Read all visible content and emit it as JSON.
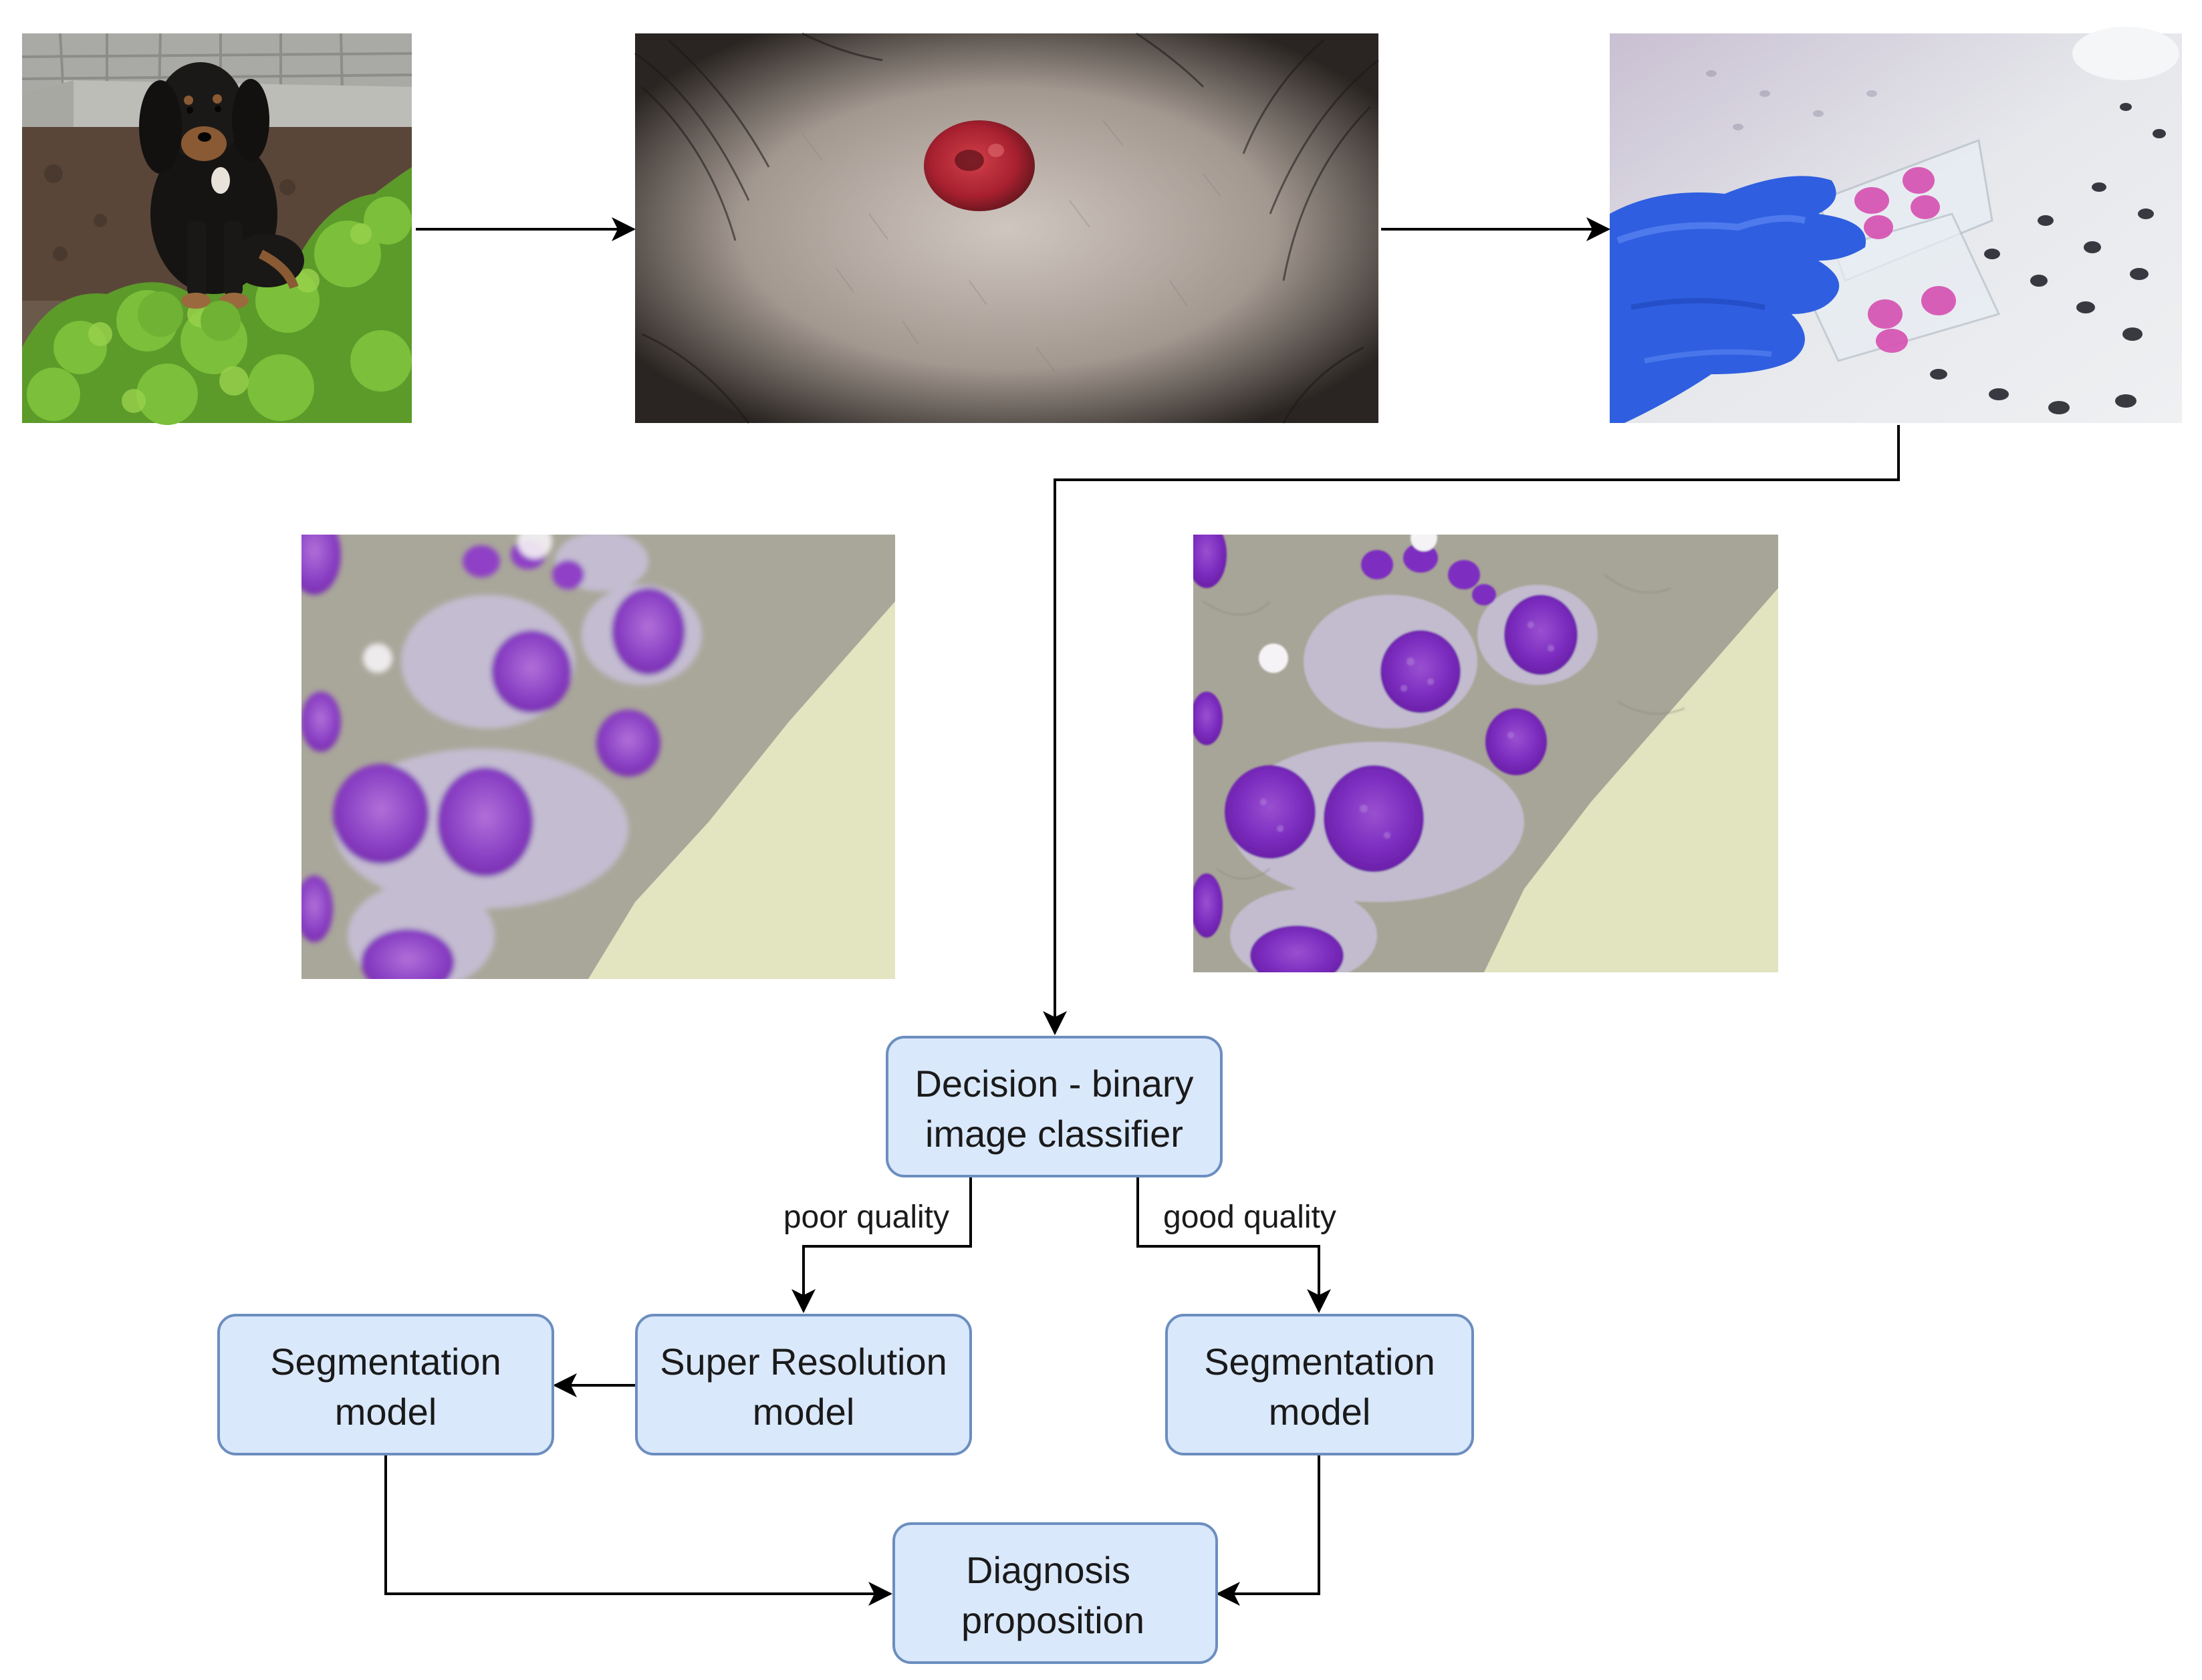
{
  "nodes": {
    "decision": {
      "line1": "Decision - binary",
      "line2": "image classifier"
    },
    "super_resolution": {
      "line1": "Super Resolution",
      "line2": "model"
    },
    "segmentation_left": {
      "line1": "Segmentation",
      "line2": "model"
    },
    "segmentation_right": {
      "line1": "Segmentation",
      "line2": "model"
    },
    "diagnosis": {
      "line1": "Diagnosis",
      "line2": "proposition"
    }
  },
  "edges": {
    "poor_quality": "poor quality",
    "good_quality": "good quality"
  },
  "colors": {
    "node_fill": "#dae8fc",
    "node_stroke": "#6c8ebf",
    "edge": "#000000"
  },
  "images": [
    {
      "name": "dog-photo",
      "content": "black and tan puppy sitting in a garden bed"
    },
    {
      "name": "skin-lesion-photo",
      "content": "red nodular lesion on shaved dog skin"
    },
    {
      "name": "slide-photo",
      "content": "gloved hand holding stained microscope slides"
    },
    {
      "name": "low-quality-cytology",
      "content": "blurry microscopy image of purple stained cells"
    },
    {
      "name": "high-quality-cytology",
      "content": "sharp microscopy image of purple stained cells"
    }
  ]
}
